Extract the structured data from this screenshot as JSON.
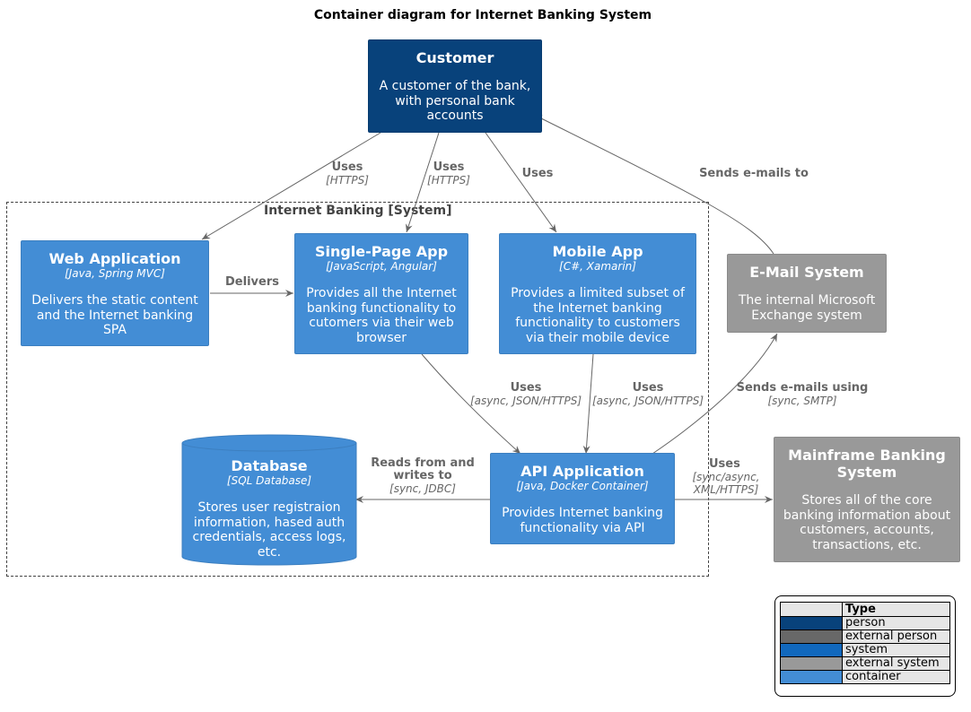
{
  "title": "Container diagram for Internet Banking System",
  "boundary_label": "Internet Banking [System]",
  "nodes": {
    "customer": {
      "name": "Customer",
      "desc": "A customer of the bank, with personal bank accounts"
    },
    "web_app": {
      "name": "Web Application",
      "tech": "[Java, Spring MVC]",
      "desc": "Delivers the static content and the Internet banking SPA"
    },
    "spa": {
      "name": "Single-Page App",
      "tech": "[JavaScript, Angular]",
      "desc": "Provides all the Internet banking functionality to cutomers via their web browser"
    },
    "mobile": {
      "name": "Mobile App",
      "tech": "[C#, Xamarin]",
      "desc": "Provides a limited subset of the Internet banking functionality to customers via their mobile device"
    },
    "email": {
      "name": "E-Mail System",
      "desc": "The internal Microsoft Exchange system"
    },
    "database": {
      "name": "Database",
      "tech": "[SQL Database]",
      "desc": "Stores user registraion information, hased auth credentials, access logs, etc."
    },
    "api": {
      "name": "API Application",
      "tech": "[Java, Docker Container]",
      "desc": "Provides Internet banking functionality via API"
    },
    "mainframe": {
      "name": "Mainframe Banking System",
      "desc": "Stores all of the core banking information about customers, accounts, transactions, etc."
    }
  },
  "edges": {
    "uses_web": {
      "label": "Uses",
      "tech": "[HTTPS]"
    },
    "uses_spa": {
      "label": "Uses",
      "tech": "[HTTPS]"
    },
    "uses_mobile": {
      "label": "Uses"
    },
    "sends_emails_to": {
      "label": "Sends e-mails to"
    },
    "delivers": {
      "label": "Delivers"
    },
    "spa_api": {
      "label": "Uses",
      "tech": "[async, JSON/HTTPS]"
    },
    "mobile_api": {
      "label": "Uses",
      "tech": "[async, JSON/HTTPS]"
    },
    "sends_emails_using": {
      "label": "Sends e-mails using",
      "tech": "[sync, SMTP]"
    },
    "reads_writes": {
      "label": "Reads from and writes to",
      "tech": "[sync, JDBC]"
    },
    "api_mainframe": {
      "label": "Uses",
      "tech": "[sync/async, XML/HTTPS]"
    }
  },
  "legend": {
    "header": "Type",
    "items": [
      {
        "label": "person",
        "color": "#08427b"
      },
      {
        "label": "external person",
        "color": "#686868"
      },
      {
        "label": "system",
        "color": "#1168bd"
      },
      {
        "label": "external system",
        "color": "#999999"
      },
      {
        "label": "container",
        "color": "#438dd5"
      }
    ]
  }
}
